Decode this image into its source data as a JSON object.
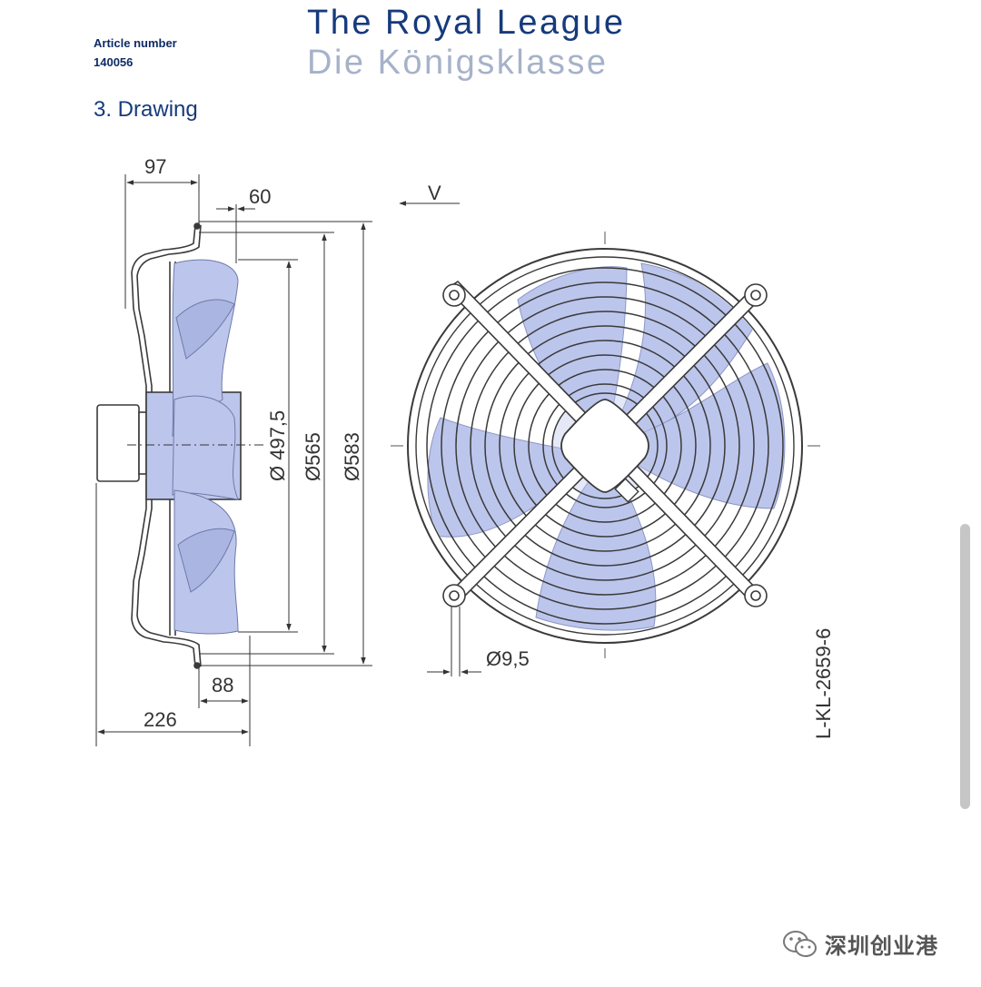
{
  "header": {
    "article_label": "Article number",
    "article_number": "140056",
    "title_en": "The Royal League",
    "title_de": "Die Königsklasse"
  },
  "section": {
    "heading": "3.  Drawing"
  },
  "dimensions": {
    "d97": "97",
    "d60": "60",
    "d88": "88",
    "d226": "226",
    "d497": "Ø 497,5",
    "d565": "Ø565",
    "d583": "Ø583",
    "d95": "Ø9,5",
    "airflow": "V",
    "drawing_id": "L-KL-2659-6"
  },
  "colors": {
    "blade": "#bcc6ec",
    "line": "#3a3a3a",
    "brand_dark": "#163a7c",
    "brand_light": "#a6b2c9"
  },
  "watermark": {
    "text": "深圳创业港",
    "icon": "wechat-icon"
  }
}
